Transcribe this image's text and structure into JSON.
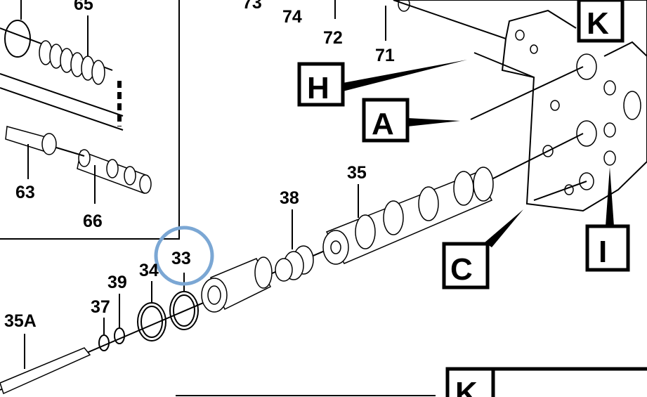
{
  "labels": {
    "p65": "65",
    "p73": "73",
    "p74": "74",
    "p72": "72",
    "p71": "71",
    "p63": "63",
    "p66": "66",
    "p35": "35",
    "p38": "38",
    "p33": "33",
    "p34": "34",
    "p39": "39",
    "p37": "37",
    "p35a": "35A"
  },
  "callouts": {
    "K": "K",
    "H": "H",
    "A": "A",
    "C": "C",
    "I": "I",
    "K2": "K"
  },
  "highlight_color": "#7ba7d4"
}
